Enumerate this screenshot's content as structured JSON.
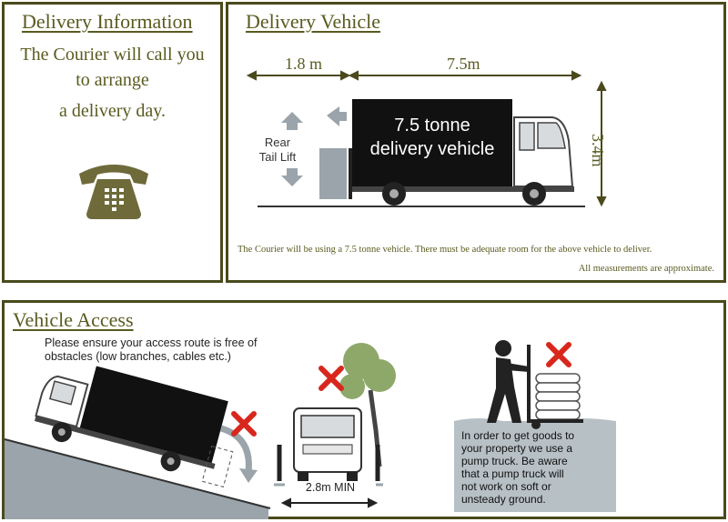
{
  "delivery_info": {
    "title": "Delivery Information",
    "line1": "The Courier will call you",
    "line2": "to arrange",
    "line3": "a delivery day."
  },
  "delivery_vehicle": {
    "title": "Delivery Vehicle",
    "dim_liftlength": "1.8 m",
    "dim_length": "7.5m",
    "dim_height": "3.4m",
    "lift_label_line1": "Rear",
    "lift_label_line2": "Tail Lift",
    "truck_text_line1": "7.5 tonne",
    "truck_text_line2": "delivery vehicle",
    "note1": "The Courier will be using a 7.5 tonne vehicle. There must be adequate room for the above vehicle to deliver.",
    "note2": "All measurements are approximate."
  },
  "vehicle_access": {
    "title": "Vehicle Access",
    "obstacles_line1": "Please ensure your access route is free of",
    "obstacles_line2": "obstacles (low branches, cables etc.)",
    "width_label": "2.8m MIN",
    "pump_lines": [
      "In order to get goods to",
      "your property we use a",
      "pump truck. Be aware",
      "that a pump truck will",
      "not work on soft or",
      "unsteady ground."
    ]
  },
  "colors": {
    "border": "#4a4a1c",
    "olive": "#5a5a20",
    "phone": "#6e6a3a",
    "cross": "#d8271c",
    "arrow_grey": "#9aa4aa"
  }
}
